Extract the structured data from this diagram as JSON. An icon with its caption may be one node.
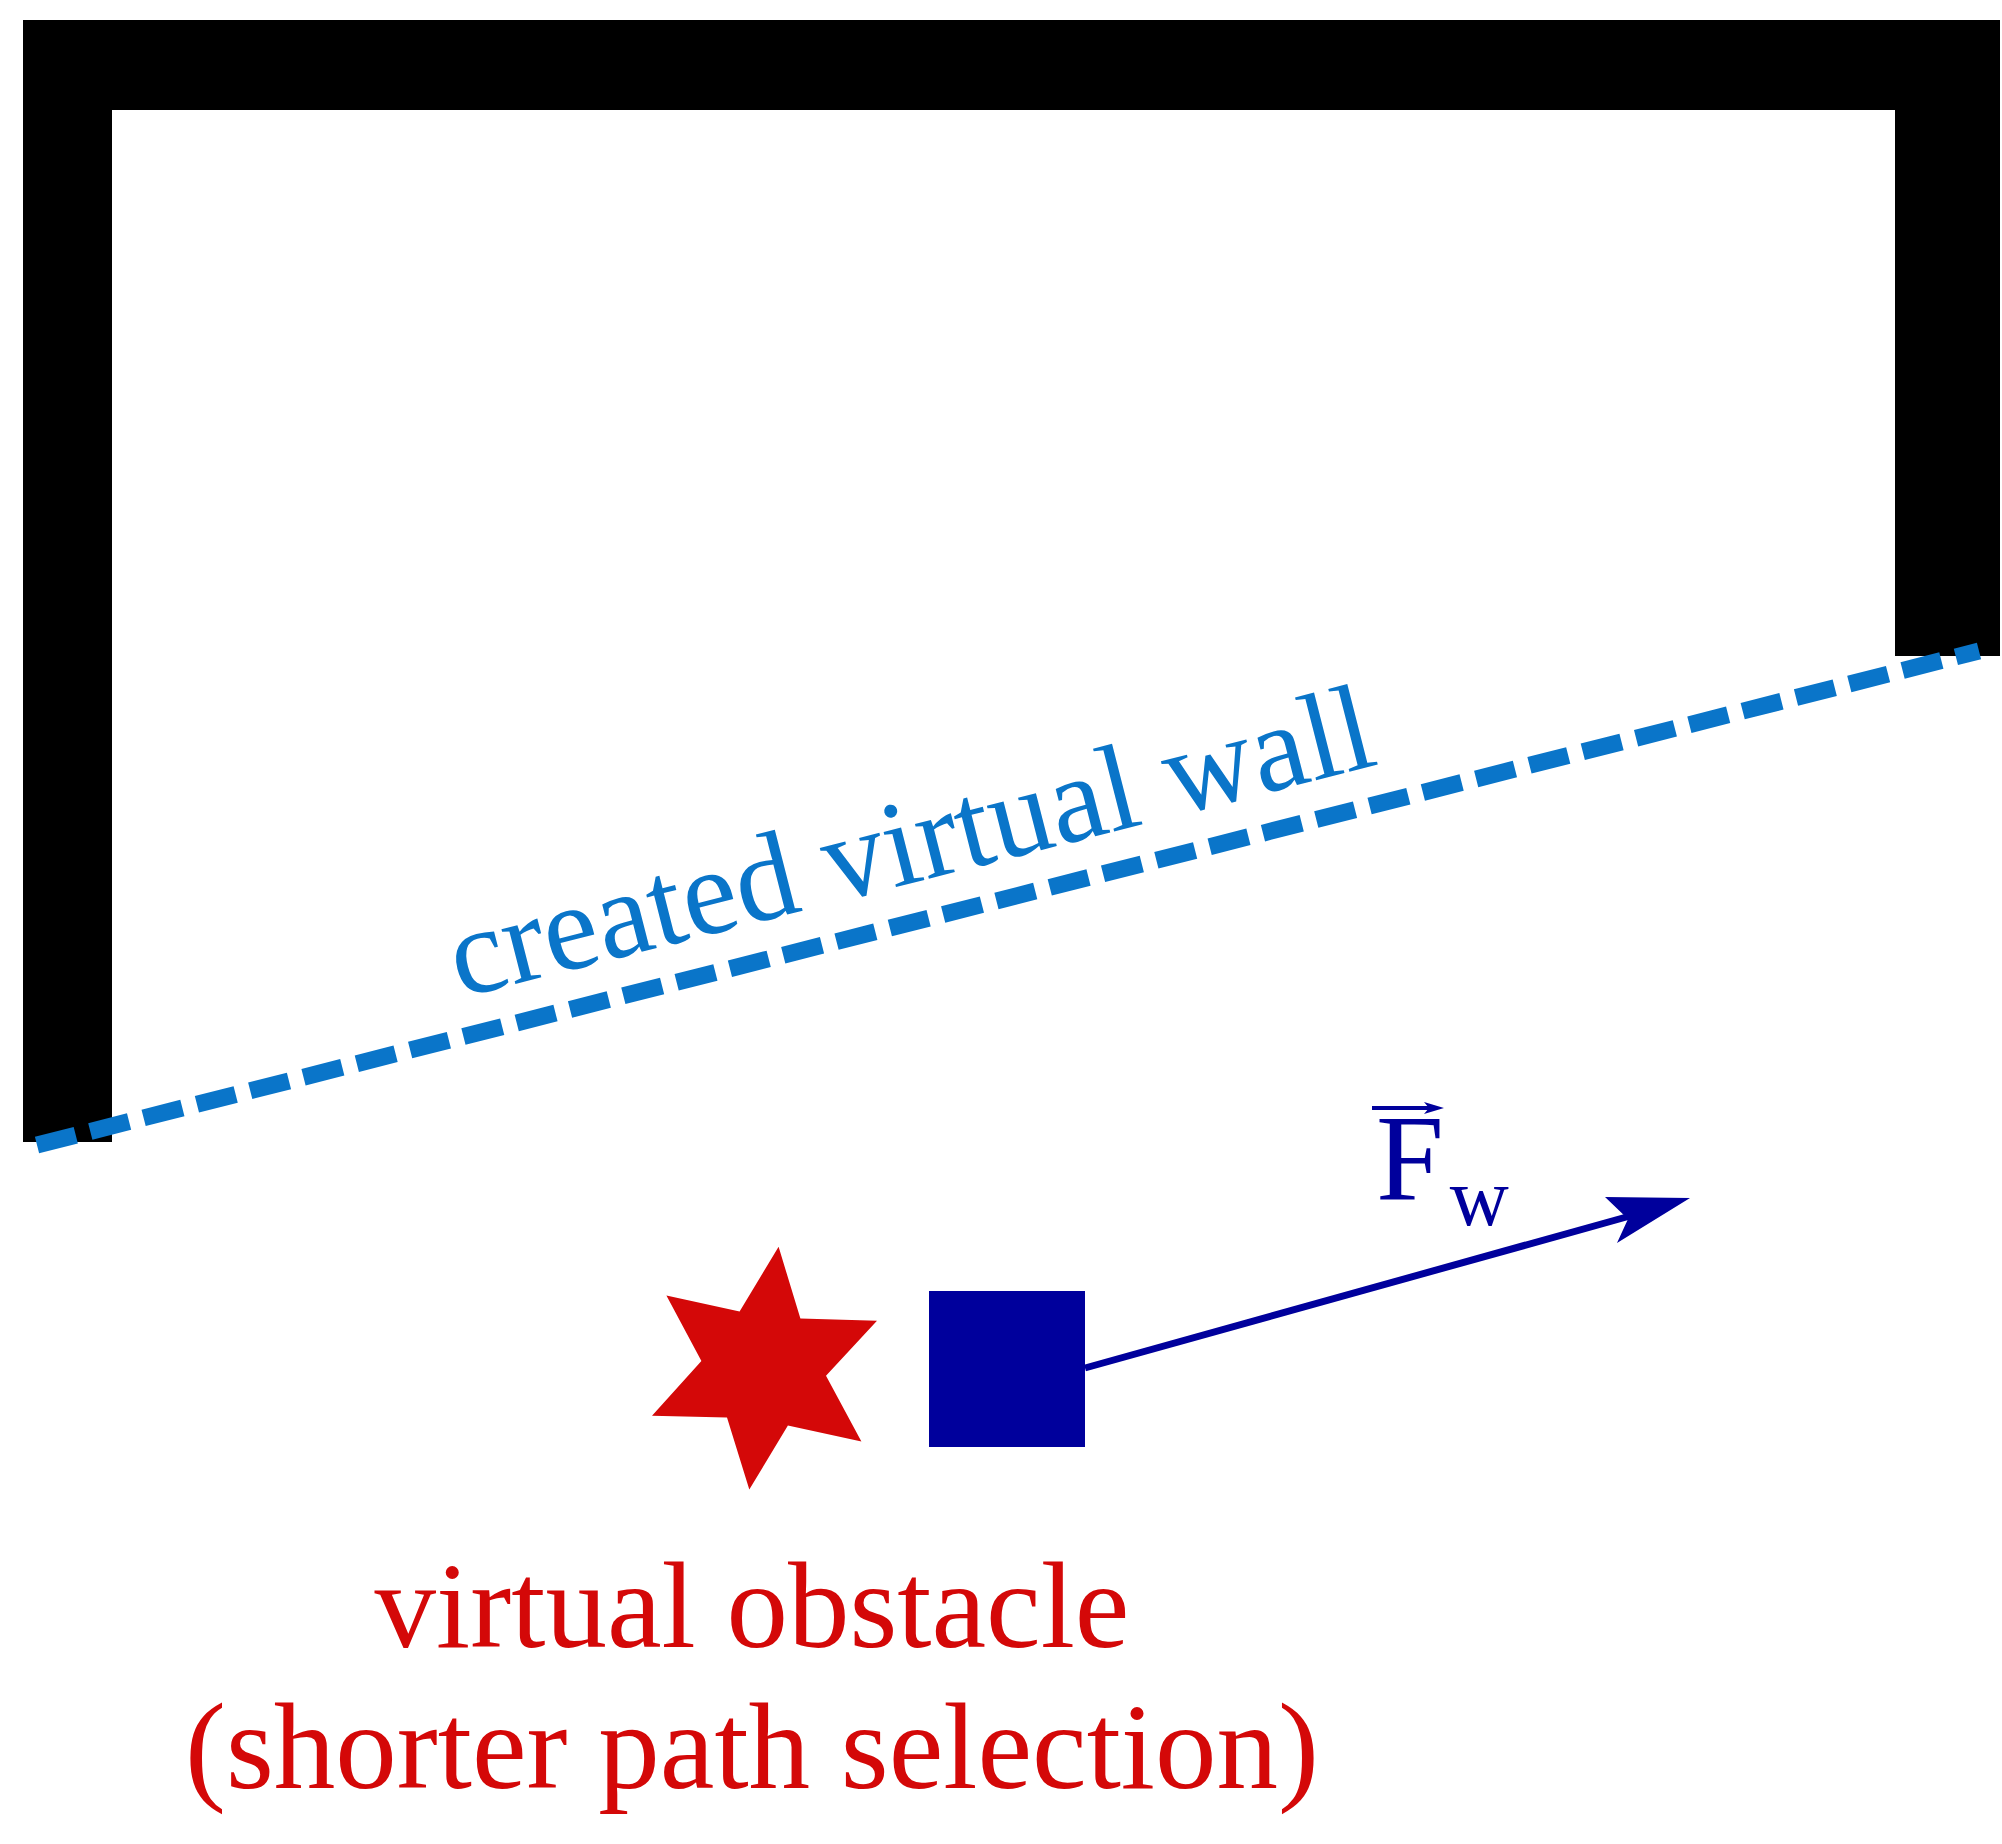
{
  "diagram": {
    "labels": [
      "created virtual wall",
      "F$_{w}$",
      "virtual obstacle (shorter path selection)"
    ]
  }
}
